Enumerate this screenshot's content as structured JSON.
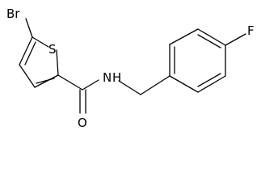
{
  "molecule": {
    "atoms": {
      "bromine": "Br",
      "sulfur": "S",
      "amide_nitrogen": "N",
      "amide_hydrogen": "H",
      "carbonyl_oxygen": "O",
      "fluorine": "F"
    }
  },
  "colors": {
    "bond": "#000000",
    "label": "#000000",
    "background": "#ffffff"
  }
}
